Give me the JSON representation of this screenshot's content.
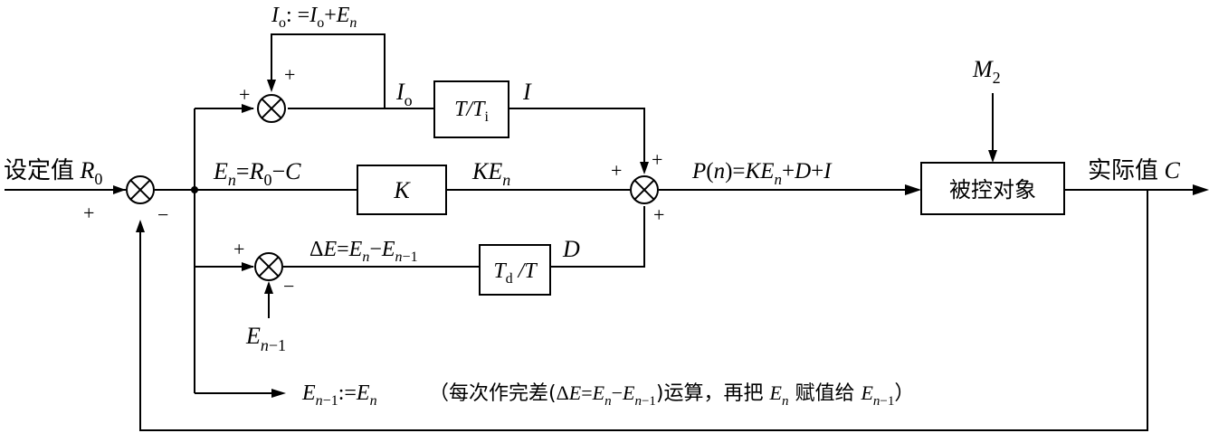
{
  "diagram": {
    "blocks": {
      "integral": "T/Ti",
      "proportional": "K",
      "derivative": "Td /T",
      "plant": "被控对象"
    },
    "signals": {
      "setpoint_cn": "设定值",
      "setpoint_sym": "R0",
      "actual_cn": "实际值",
      "actual_sym": "C",
      "error_eq": "En=R0−C",
      "prop_out": "KEn",
      "integral_in": "Io",
      "integral_out": "I",
      "integral_update": "Io: =Io+En",
      "delta_eq": "ΔE=En−En−1",
      "derivative_out": "D",
      "prev_error": "En−1",
      "control_eq": "P(n)=KEn+D+I",
      "disturbance": "M2",
      "memory_assign": "En−1:=En",
      "memory_note": "（每次作完差(ΔE=En−En−1)运算，再把 En 赋值给 En−1）"
    },
    "signs": {
      "main_plus": "+",
      "main_minus": "−",
      "int_plus_left": "+",
      "int_plus_top": "+",
      "der_plus": "+",
      "der_minus": "−",
      "out_plus_left": "+",
      "out_plus_top": "+",
      "out_plus_bottom": "+"
    }
  }
}
